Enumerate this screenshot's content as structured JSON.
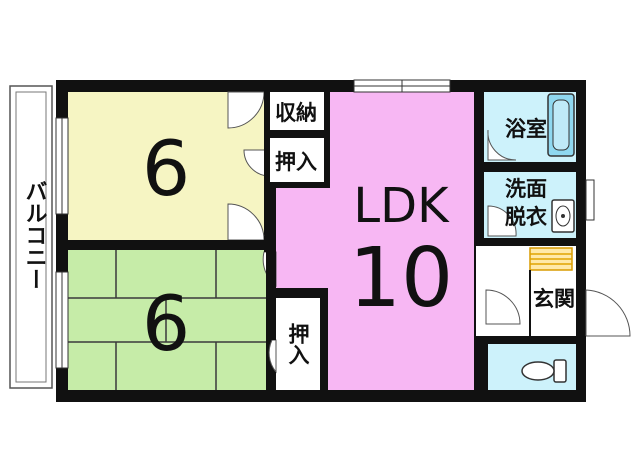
{
  "colors": {
    "wall": "#111111",
    "western_room": "#f6f5c3",
    "tatami_room": "#c6eca8",
    "ldk": "#f7b7f3",
    "wet_area": "#cdf2fb",
    "storage": "#ffffff",
    "balcony": "#ffffff",
    "tatami_lines": "#3a3a3a"
  },
  "rooms": {
    "western_room": {
      "size": "6"
    },
    "tatami_room": {
      "size": "6"
    },
    "ldk": {
      "name": "LDK",
      "size": "10"
    },
    "closet_top": {
      "label": "収納"
    },
    "oshiire_upper": {
      "label": "押入"
    },
    "oshiire_lower": {
      "label": "押入"
    },
    "bath": {
      "label": "浴室"
    },
    "washroom": {
      "label_line1": "洗面",
      "label_line2": "脱衣"
    },
    "entrance": {
      "label": "玄関"
    },
    "balcony": {
      "label": "バルコニー"
    }
  },
  "icons": [
    "bathtub-icon",
    "washbasin-icon",
    "toilet-icon",
    "door-swing-icon",
    "window-icon"
  ]
}
